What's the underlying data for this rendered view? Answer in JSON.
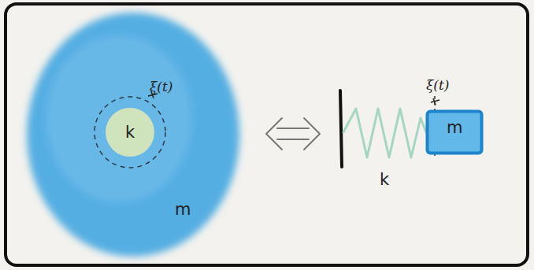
{
  "diagram": {
    "nodes": [
      {
        "text": [
          "m"
        ]
      },
      {
        "text": [
          "k"
        ],
        "in": 0
      },
      {
        "text": [
          "m"
        ]
      }
    ],
    "labels": [
      "ξ(t)",
      "ξ(t)",
      "k"
    ]
  }
}
